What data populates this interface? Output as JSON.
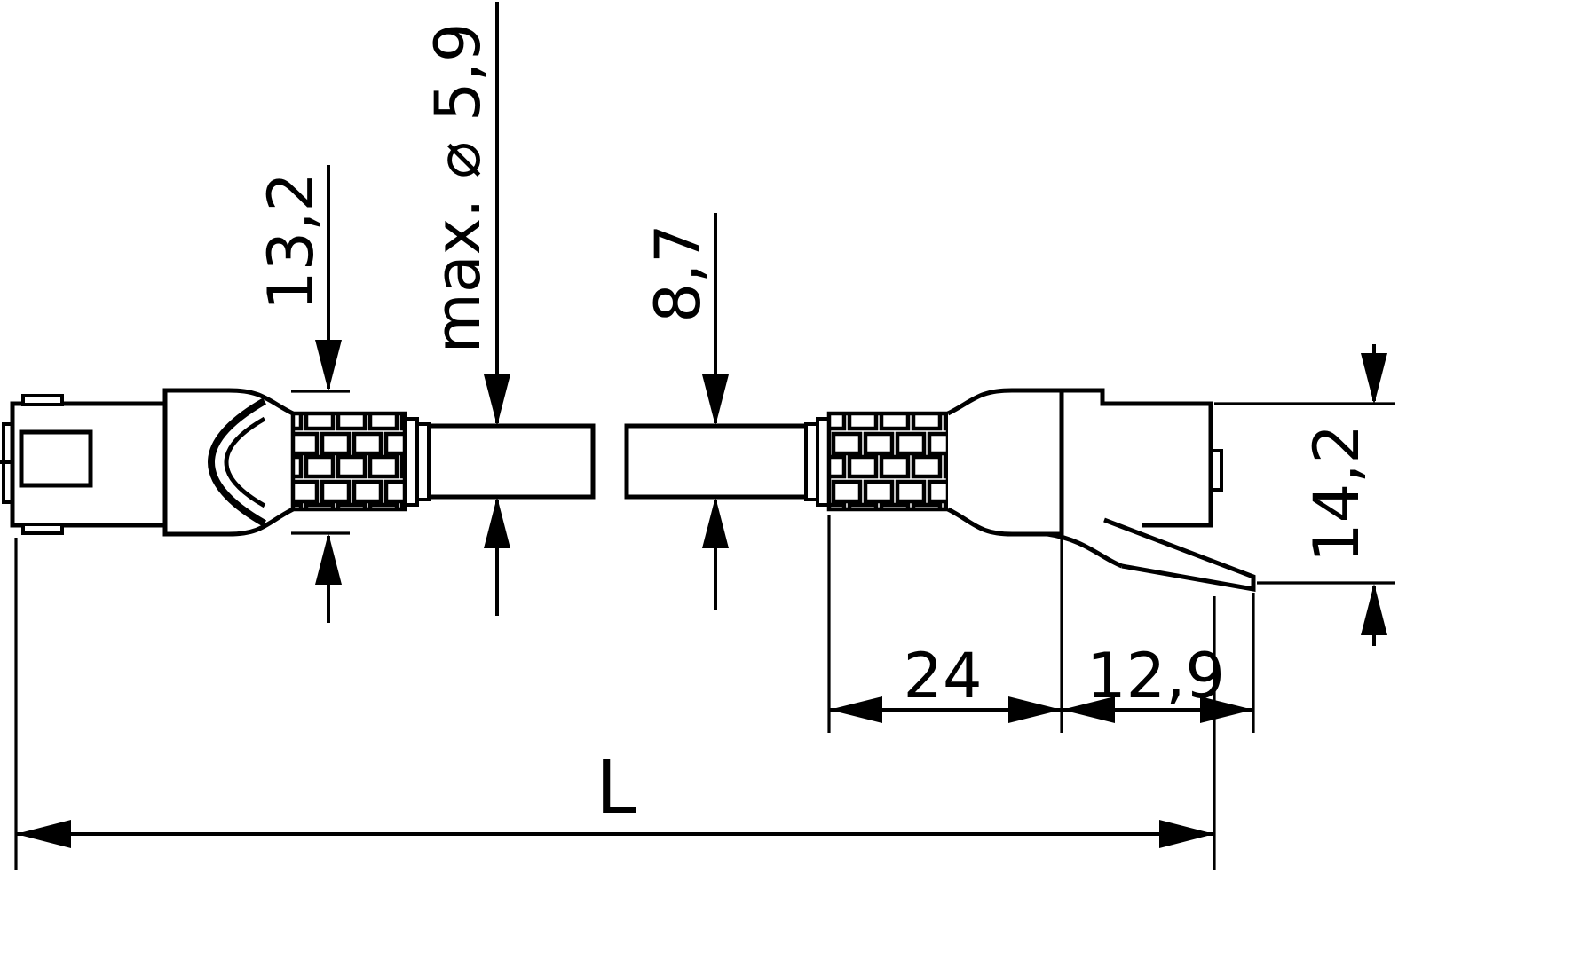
{
  "drawing": {
    "subject": "patch-cable-dimension-drawing",
    "colors": {
      "line": "#000000",
      "background": "#ffffff"
    },
    "labels": {
      "boot_height": "13,2",
      "cable_max_diameter": "max. ⌀ 5,9",
      "cable_diameter": "8,7",
      "connector_height": "14,2",
      "strain_relief_length": "24",
      "plug_length": "12,9",
      "total_length": "L"
    }
  }
}
